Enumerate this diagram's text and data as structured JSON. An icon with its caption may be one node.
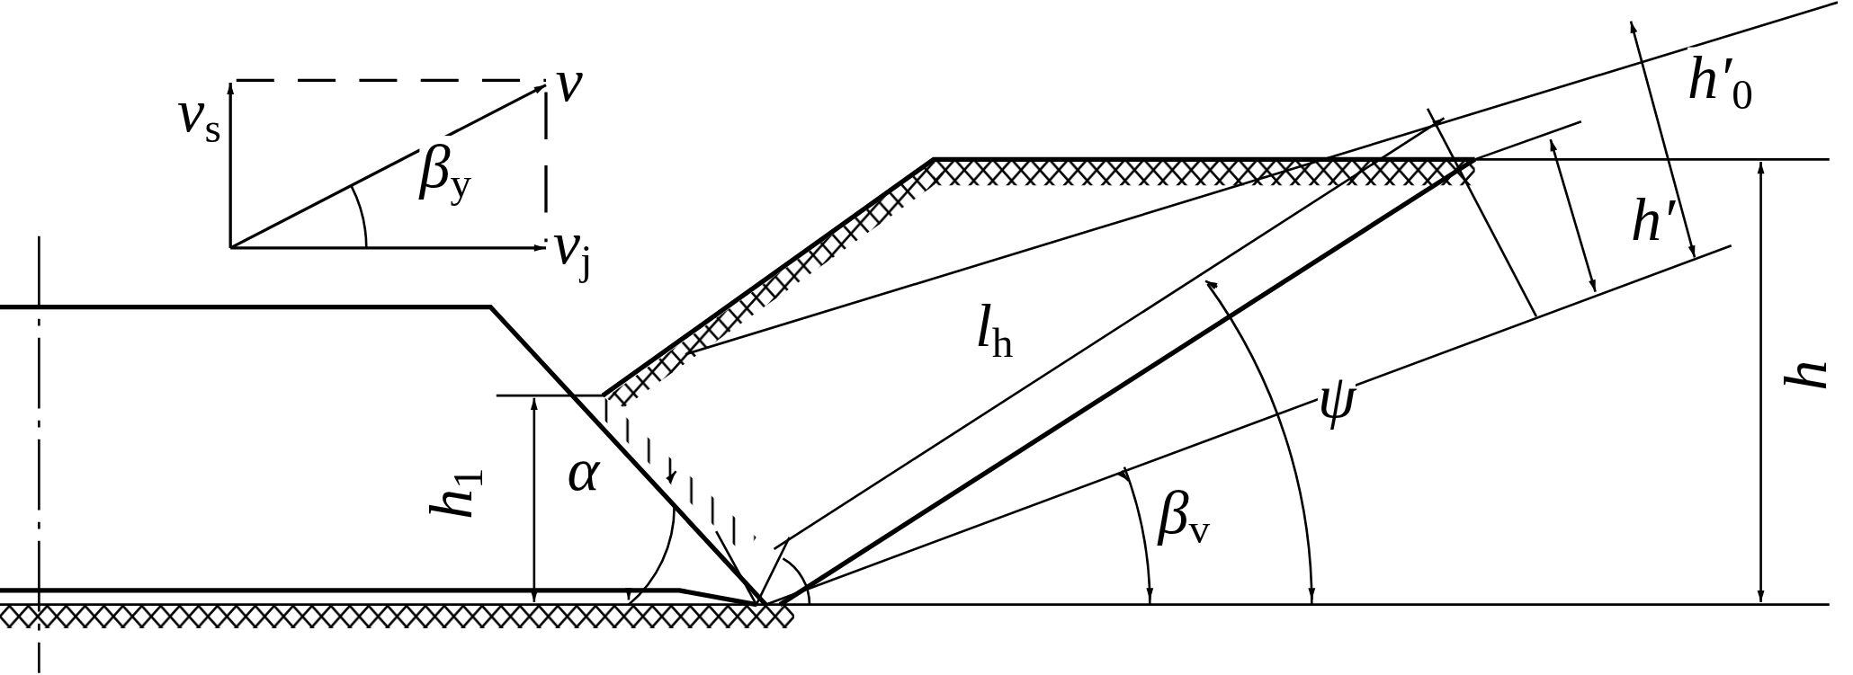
{
  "diagram": {
    "labels": [
      "v$_{s}$",
      "v",
      "β$_{y}$",
      "v$_{j}$",
      "h′$_{0}$",
      "h′",
      "l$_{h}$",
      "h$_{1}$",
      "α",
      "ψ",
      "β$_{v}$",
      "h"
    ]
  }
}
